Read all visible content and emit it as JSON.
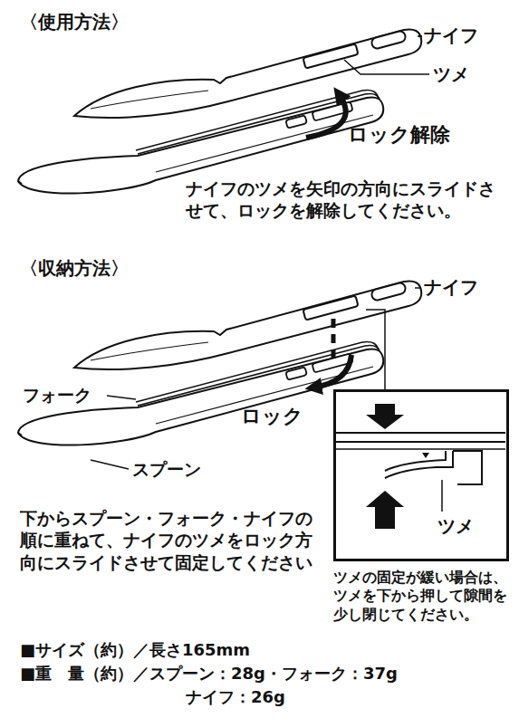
{
  "diagram": {
    "nodes": [
      {
        "text": [
          "ツメ"
        ]
      }
    ],
    "labels": [
      "〈使用方法〉",
      "ナイフ",
      "ツメ",
      "ロック解除",
      "ナイフのツメを矢印の方向にスライドさせて、ロックを解除してください。",
      "〈収納方法〉",
      "ナイフ",
      "フォーク",
      "ロック",
      "スプーン",
      "下からスプーン・フォーク・ナイフの順に重ねて、ナイフのツメをロック方向にスライドさせて固定してください",
      "ツメの固定が緩い場合は、ツメを下から押して隙間を少し閉じてください。",
      "■サイズ（約）／長さ165mm",
      "■重　量（約）／スプーン：28g・フォーク：37g",
      "ナイフ：26g"
    ]
  }
}
